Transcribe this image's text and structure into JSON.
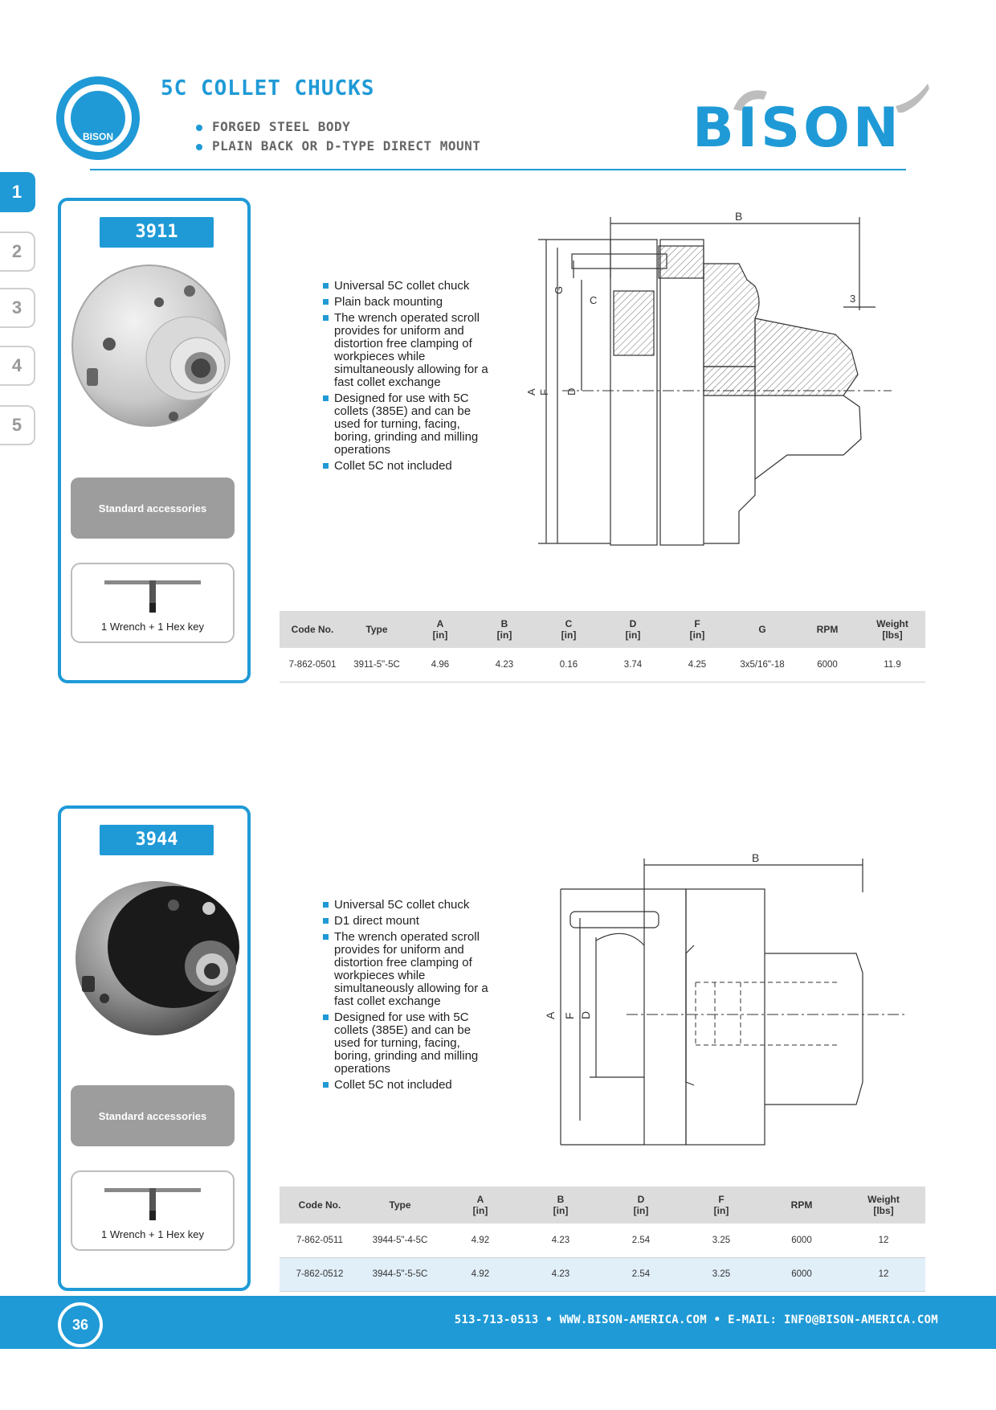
{
  "header": {
    "title": "5C COLLET CHUCKS",
    "features": [
      "FORGED STEEL BODY",
      "PLAIN BACK OR D-TYPE DIRECT MOUNT"
    ],
    "logo_label": "BISON",
    "brand": "BISON"
  },
  "side_tabs": [
    "1",
    "2",
    "3",
    "4",
    "5"
  ],
  "products": [
    {
      "model": "3911",
      "accessories_title": "Standard accessories",
      "accessories_caption": "1 Wrench + 1 Hex key",
      "features": [
        "Universal 5C collet chuck",
        "Plain back mounting",
        "The wrench operated scroll provides for uniform and distortion free clamping of workpieces while simultaneously allowing for a fast collet exchange",
        "Designed for use with 5C collets (385E) and can be used for turning, facing, boring, grinding and milling operations",
        "Collet 5C not included"
      ],
      "drawing_labels": {
        "B": "B",
        "G": "G",
        "C": "C",
        "three": "3",
        "A": "A",
        "F": "F",
        "D": "D"
      },
      "table": {
        "headers": [
          {
            "main": "Code No.",
            "unit": ""
          },
          {
            "main": "Type",
            "unit": ""
          },
          {
            "main": "A",
            "unit": "[in]"
          },
          {
            "main": "B",
            "unit": "[in]"
          },
          {
            "main": "C",
            "unit": "[in]"
          },
          {
            "main": "D",
            "unit": "[in]"
          },
          {
            "main": "F",
            "unit": "[in]"
          },
          {
            "main": "G",
            "unit": ""
          },
          {
            "main": "RPM",
            "unit": ""
          },
          {
            "main": "Weight",
            "unit": "[lbs]"
          }
        ],
        "rows": [
          [
            "7-862-0501",
            "3911-5\"-5C",
            "4.96",
            "4.23",
            "0.16",
            "3.74",
            "4.25",
            "3x5/16\"-18",
            "6000",
            "11.9"
          ]
        ]
      }
    },
    {
      "model": "3944",
      "accessories_title": "Standard accessories",
      "accessories_caption": "1 Wrench + 1 Hex key",
      "features": [
        "Universal 5C collet chuck",
        "D1 direct mount",
        "The wrench operated scroll provides for uniform and distortion free clamping of workpieces while simultaneously allowing for a fast collet exchange",
        "Designed for use with 5C collets (385E) and can be used for turning, facing, boring, grinding and milling operations",
        "Collet 5C not included"
      ],
      "drawing_labels": {
        "B": "B",
        "A": "A",
        "F": "F",
        "D": "D"
      },
      "table": {
        "headers": [
          {
            "main": "Code No.",
            "unit": ""
          },
          {
            "main": "Type",
            "unit": ""
          },
          {
            "main": "A",
            "unit": "[in]"
          },
          {
            "main": "B",
            "unit": "[in]"
          },
          {
            "main": "D",
            "unit": "[in]"
          },
          {
            "main": "F",
            "unit": "[in]"
          },
          {
            "main": "RPM",
            "unit": ""
          },
          {
            "main": "Weight",
            "unit": "[lbs]"
          }
        ],
        "rows": [
          [
            "7-862-0511",
            "3944-5\"-4-5C",
            "4.92",
            "4.23",
            "2.54",
            "3.25",
            "6000",
            "12"
          ],
          [
            "7-862-0512",
            "3944-5\"-5-5C",
            "4.92",
            "4.23",
            "2.54",
            "3.25",
            "6000",
            "12"
          ]
        ]
      }
    }
  ],
  "footer": {
    "page_number": "36",
    "contact": "513-713-0513 • WWW.BISON-AMERICA.COM • E-MAIL: INFO@BISON-AMERICA.COM"
  },
  "colors": {
    "accent": "#1f9ad6",
    "tab_inactive": "#999999",
    "accessory_bg": "#9d9d9d"
  }
}
